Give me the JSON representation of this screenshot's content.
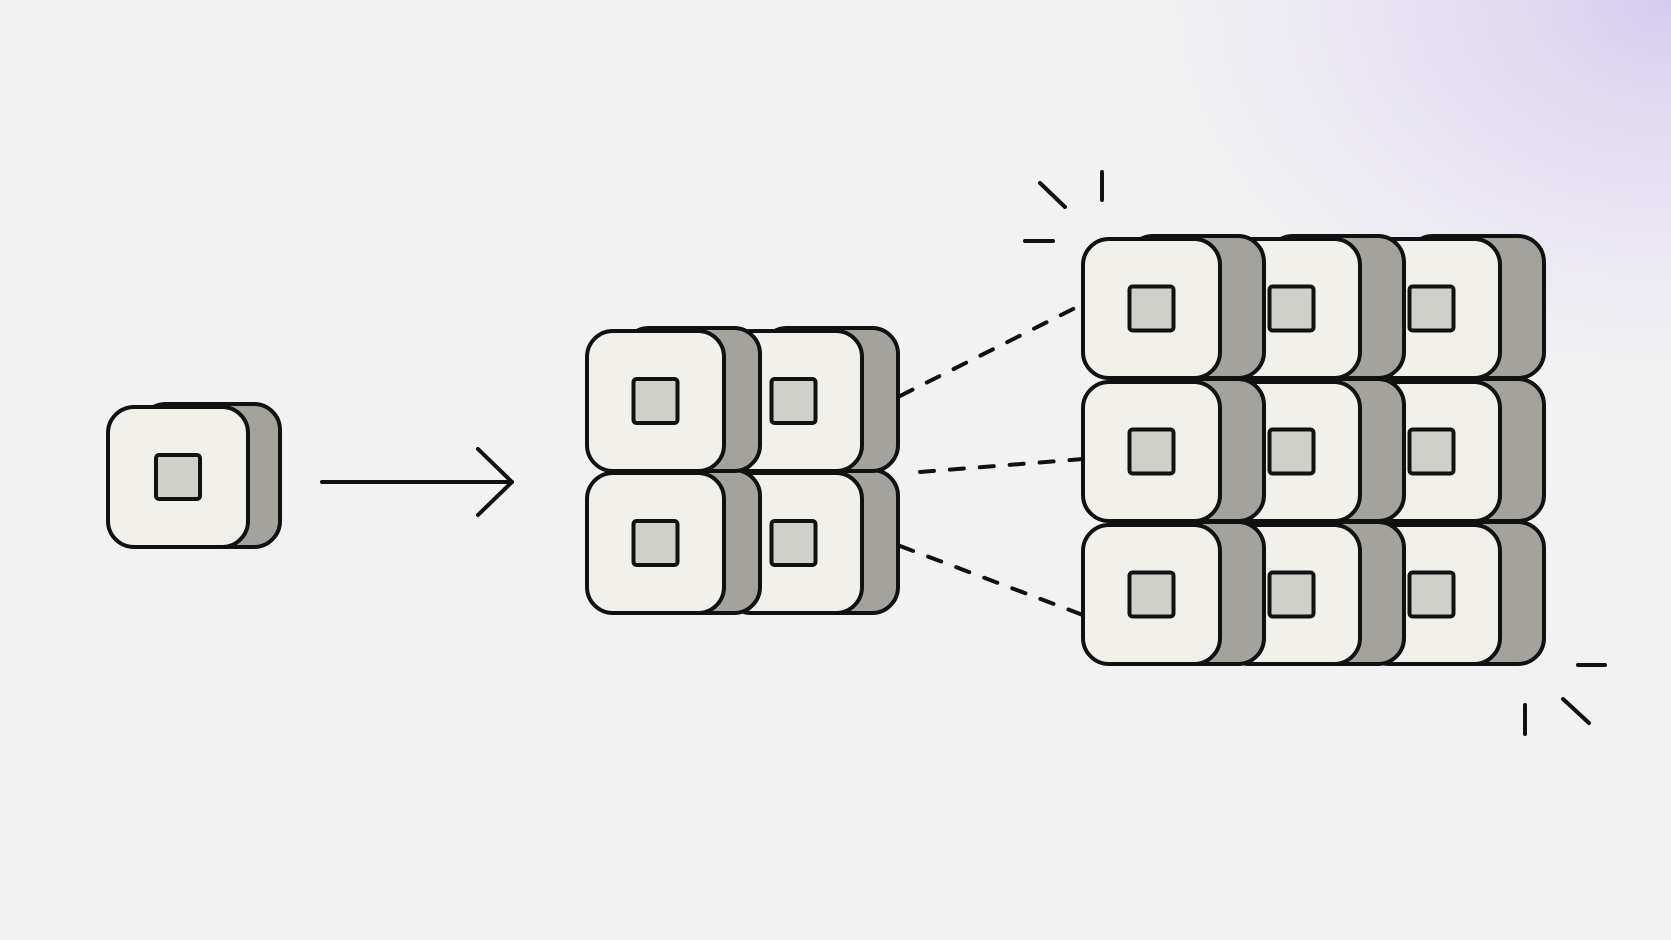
{
  "diagram": {
    "description_free": true,
    "stages": [
      {
        "id": "single",
        "rows": 1,
        "cols": 1
      },
      {
        "id": "grid-2x2",
        "rows": 2,
        "cols": 2
      },
      {
        "id": "grid-3x3",
        "rows": 3,
        "cols": 3
      }
    ],
    "connectors": {
      "stage1_to_stage2": "solid-arrow",
      "stage2_to_stage3": "dashed-lines",
      "dashed_line_count": 3
    },
    "decorations": {
      "burst_marks": [
        "top-left",
        "bottom-right"
      ]
    },
    "colors": {
      "background": "#f2f2f2",
      "accent_glow": "#d6cbf0",
      "block_face": "#f1f0ea",
      "block_side": "#a3a29c",
      "inner_square": "#d0d0ca",
      "stroke": "#111111"
    },
    "icons": {
      "block": "cube-block-icon",
      "arrow": "arrow-right-icon"
    }
  }
}
